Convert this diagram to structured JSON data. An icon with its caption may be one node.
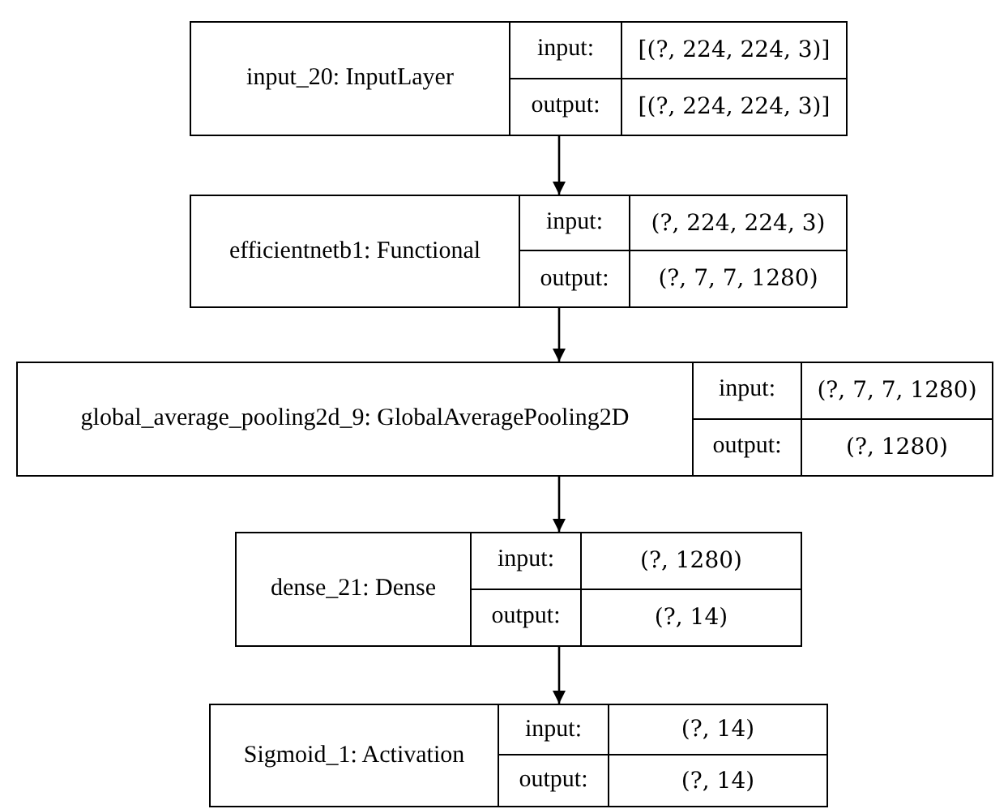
{
  "diagram": {
    "nodes": [
      {
        "text": [
          "input_20: InputLayer",
          "input:",
          "[(?, 224, 224, 3)]",
          "output:",
          "[(?, 224, 224, 3)]"
        ]
      },
      {
        "text": [
          "efficientnetb1: Functional",
          "input:",
          "(?, 224, 224, 3)",
          "output:",
          "(?, 7, 7, 1280)"
        ]
      },
      {
        "text": [
          "global_average_pooling2d_9: GlobalAveragePooling2D",
          "input:",
          "(?, 7, 7, 1280)",
          "output:",
          "(?, 1280)"
        ]
      },
      {
        "text": [
          "dense_21: Dense",
          "input:",
          "(?, 1280)",
          "output:",
          "(?, 14)"
        ]
      },
      {
        "text": [
          "Sigmoid_1: Activation",
          "input:",
          "(?, 14)",
          "output:",
          "(?, 14)"
        ]
      }
    ],
    "edges": [
      {
        "from": 0,
        "to": 1,
        "arrow": "to"
      },
      {
        "from": 1,
        "to": 2,
        "arrow": "to"
      },
      {
        "from": 2,
        "to": 3,
        "arrow": "to"
      },
      {
        "from": 3,
        "to": 4,
        "arrow": "to"
      }
    ]
  }
}
